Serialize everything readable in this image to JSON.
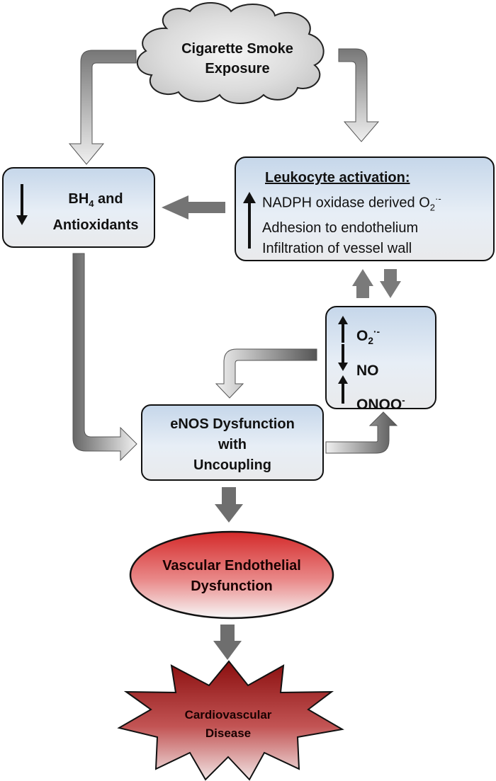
{
  "nodes": {
    "smoke": {
      "line1": "Cigarette Smoke",
      "line2": "Exposure"
    },
    "bh4": {
      "bh": "BH",
      "sub": "4",
      "and": " and",
      "line2": "Antioxidants"
    },
    "leukocyte": {
      "title": "Leukocyte activation:",
      "item1_text": "NADPH oxidase derived O",
      "item1_sub": "2",
      "item1_sup": "·-",
      "item2": "Adhesion to endothelium",
      "item3": "Infiltration of vessel wall"
    },
    "ros": {
      "o2": "O",
      "o2_sub": "2",
      "o2_sup": "·-",
      "no": "NO",
      "onoo": "ONOO",
      "onoo_sup": "-"
    },
    "enos": {
      "line1": "eNOS Dysfunction",
      "line2": "with",
      "line3": "Uncoupling"
    },
    "vascular": {
      "line1": "Vascular Endothelial",
      "line2": "Dysfunction"
    },
    "cvd": {
      "line1": "Cardiovascular",
      "line2": "Disease"
    }
  },
  "icons": {
    "up": "up-arrow-icon",
    "down": "down-arrow-icon"
  },
  "colors": {
    "box_top": "#c6d7ea",
    "box_bottom": "#e9eaec",
    "ellipse": "#d42a2a",
    "starburst": "#9e1414",
    "arrow_gray": "#6e6e6e"
  }
}
